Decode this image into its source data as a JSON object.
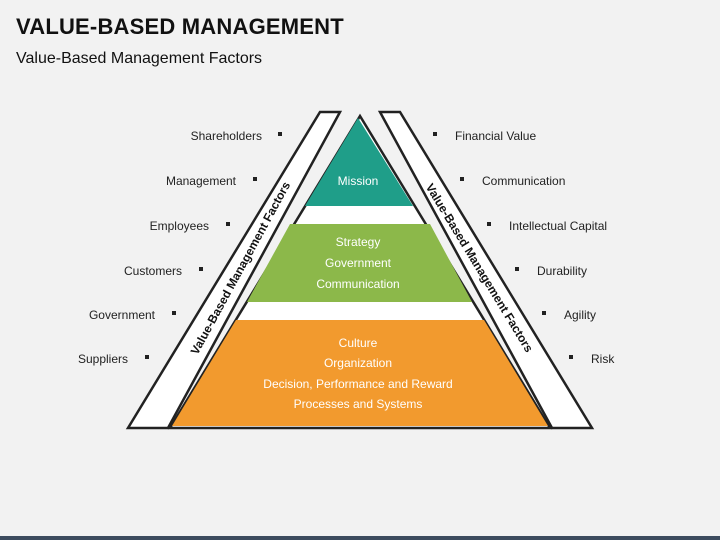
{
  "header": {
    "title": "VALUE-BASED MANAGEMENT",
    "subtitle": "Value-Based Management Factors"
  },
  "pyramid": {
    "left_band_label": "Value-Based Management Factors",
    "right_band_label": "Value-Based Management Factors",
    "tiers": [
      {
        "lines": [
          "Mission"
        ],
        "color": "#1f9e89"
      },
      {
        "lines": [
          "Strategy",
          "Government",
          "Communication"
        ],
        "color": "#8cb84a"
      },
      {
        "lines": [
          "Culture",
          "Organization",
          "Decision, Performance and Reward",
          "Processes and Systems"
        ],
        "color": "#f29a2e"
      }
    ]
  },
  "left_factors": [
    "Shareholders",
    "Management",
    "Employees",
    "Customers",
    "Government",
    "Suppliers"
  ],
  "right_factors": [
    "Financial Value",
    "Communication",
    "Intellectual Capital",
    "Durability",
    "Agility",
    "Risk"
  ],
  "colors": {
    "outline": "#222222",
    "bullet": "#222222",
    "footer": "#3c4b5e"
  }
}
